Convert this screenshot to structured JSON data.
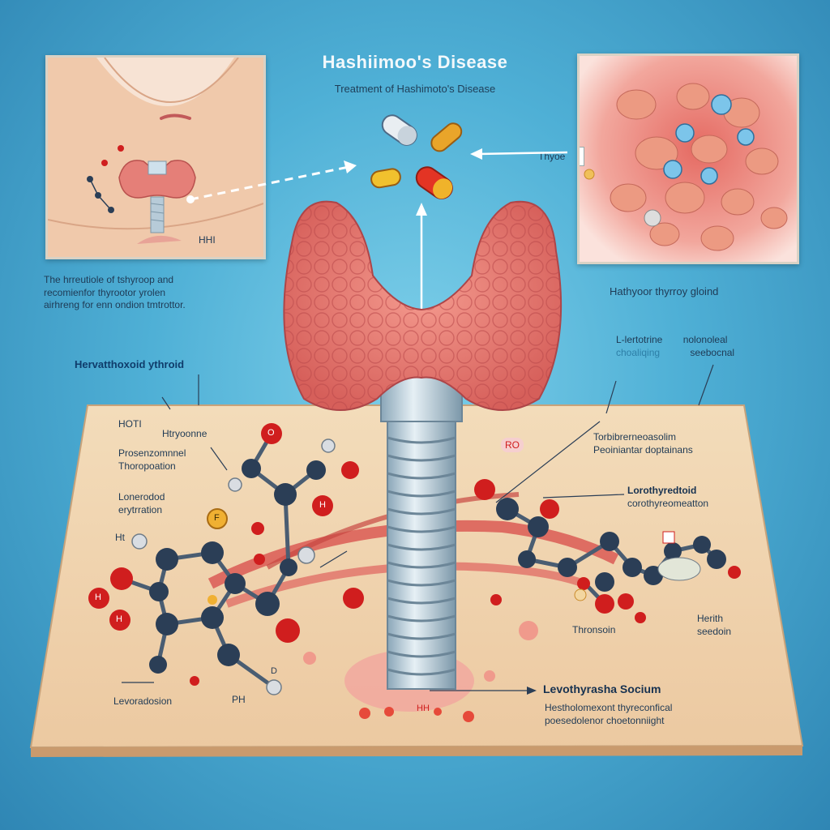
{
  "header": {
    "title": "Hashiimoo's Disease",
    "subtitle": "Treatment of Hashimoto's Disease"
  },
  "left_panel": {
    "label": "HHI"
  },
  "right_panel": {
    "callout": "Thyoe"
  },
  "left_note": [
    "The hrreutiole of tshyroop and",
    "recomienfor thyrootor yrolen",
    "airhreng for enn ondion tmtrottor."
  ],
  "gland_label_left": "Hervatthoxoid ythroid",
  "gland_label_right": "Hathyoor thyrroy gloind",
  "right_note": {
    "line1a": "L-lertotrine",
    "line1b": "nolonoleal",
    "line2a": "choaliqing",
    "line2b": "seebocnal"
  },
  "board_labels": {
    "hoti": "HOTI",
    "thyroxine": "Htryoonne",
    "prosenzamnel": "Prosenzomnnel",
    "thyropiation": "Thoropoation",
    "levothyroid": "Lonerodod",
    "erythration": "erytrration",
    "ht": "Ht",
    "levoradosion": "Levoradosion",
    "ph": "PH",
    "top_right_1": "Torbibrerneoasolim",
    "top_right_2": "Peoiniantar doptainans",
    "levothyroid_r": "Lorothyredtoid",
    "levothyroid_r2": "corothyreomeatton",
    "thronsoin": "Thronsoin",
    "herith": "Herith",
    "seedoin": "seedoin",
    "sodium_main": "Levothyrasha Socium",
    "sodium_sub1": "Hestholomexont thyreconfical",
    "sodium_sub2": "poesedolenor choetonniight",
    "mol_o": "O",
    "mol_h": "H",
    "mol_f": "F",
    "mol_hh": "HH",
    "mol_d": "D",
    "pill_label": "RO"
  },
  "colors": {
    "background": "#4fb0d6",
    "board": "#f0d3ad",
    "thyroid": "#e47a72",
    "atom_dark": "#2b3e56",
    "atom_red": "#d01e1e",
    "accent": "#f2f8fb"
  },
  "icons": [
    "thyroid-gland-icon",
    "pill-icon",
    "bolt-screw-icon",
    "molecule-icon",
    "neck-illustration-icon",
    "cell-cluster-icon"
  ]
}
